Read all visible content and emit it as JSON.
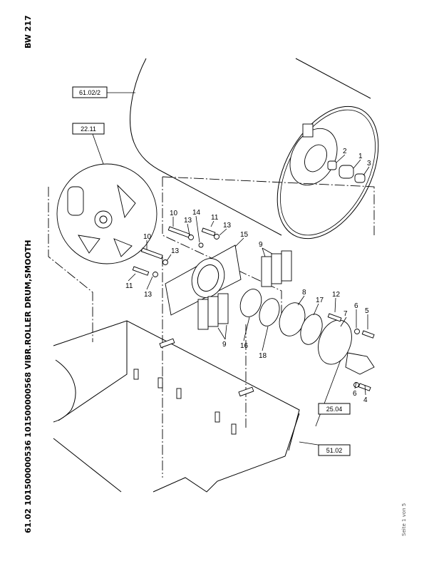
{
  "header": {
    "model": "BW 217",
    "title": "61.02 101500000536 101500000568 VIBR.ROLLER DRUM,SMOOTH",
    "page_info": "Seite 1 von 5"
  },
  "reference_boxes": [
    {
      "id": "ref-61-02-2",
      "label": "61.02/2"
    },
    {
      "id": "ref-22-11",
      "label": "22.11"
    },
    {
      "id": "ref-25-04",
      "label": "25.04"
    },
    {
      "id": "ref-51-02",
      "label": "51.02"
    }
  ],
  "callouts": [
    {
      "num": "1"
    },
    {
      "num": "2"
    },
    {
      "num": "3"
    },
    {
      "num": "10"
    },
    {
      "num": "13"
    },
    {
      "num": "14"
    },
    {
      "num": "11"
    },
    {
      "num": "13"
    },
    {
      "num": "15"
    },
    {
      "num": "10"
    },
    {
      "num": "13"
    },
    {
      "num": "11"
    },
    {
      "num": "13"
    },
    {
      "num": "9"
    },
    {
      "num": "9"
    },
    {
      "num": "16"
    },
    {
      "num": "18"
    },
    {
      "num": "8"
    },
    {
      "num": "17"
    },
    {
      "num": "12"
    },
    {
      "num": "7"
    },
    {
      "num": "6"
    },
    {
      "num": "5"
    },
    {
      "num": "6"
    },
    {
      "num": "4"
    }
  ],
  "diagram_parts": {
    "drum": "roller drum",
    "disc": "rubber buffer disc",
    "plate": "bearing plate",
    "frame": "roller frame"
  }
}
